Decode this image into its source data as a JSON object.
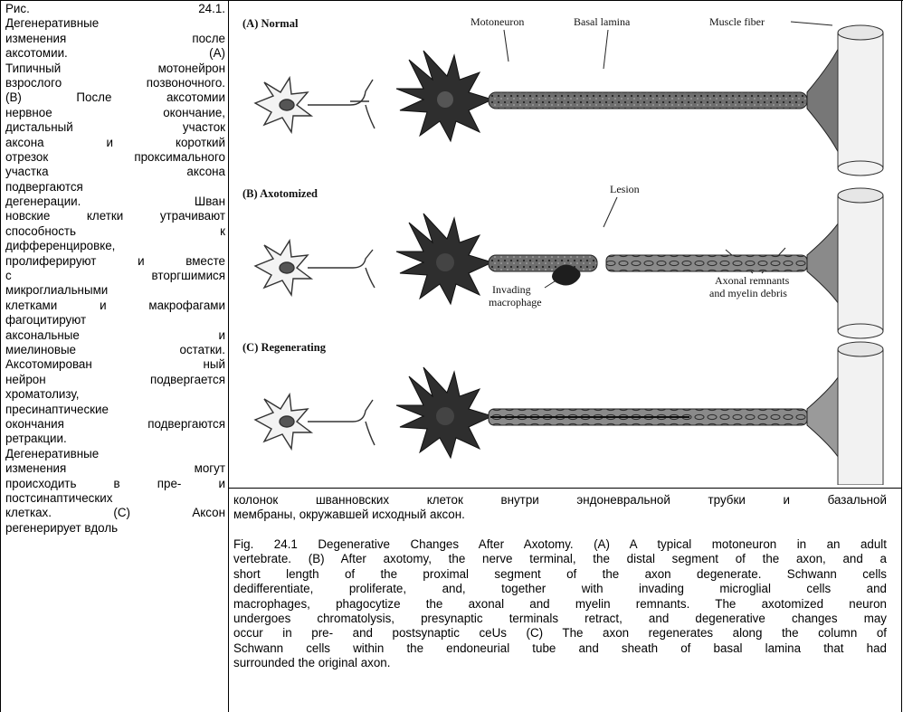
{
  "left_column": {
    "lines": [
      "Рис. 24.1.",
      "Дегенеративные",
      "изменения после",
      "аксотомии. (А)",
      "Типичный мотонейрон",
      "взрослого позвоночного.",
      "(В) После аксотомии",
      "нервное окончание,",
      "дистальный участок",
      "аксона и короткий",
      "отрезок проксимального",
      "участка аксона",
      "подвергаются",
      "дегенерации. Шван",
      "новские клетки утрачивают",
      "способность к",
      "дифференцировке,",
      "пролиферируют и вместе",
      "с вторгшимися",
      "микроглиальными",
      "клетками и макрофагами",
      "фагоцитируют",
      "аксональные и",
      "миелиновые остатки.",
      "Аксотомирован ный",
      "нейрон подвергается",
      "хроматолизу,",
      "пресинаптические",
      "окончания подвергаются",
      "ретракции.",
      "Дегенеративные",
      "изменения могут",
      "происходить в пре- и",
      "постсинаптических",
      "клетках. (С) Аксон",
      "регенерирует вдоль"
    ]
  },
  "figure": {
    "panels": [
      {
        "label": "(A) Normal"
      },
      {
        "label": "(B) Axotomized"
      },
      {
        "label": "(C) Regenerating"
      }
    ],
    "labels": {
      "motoneuron": "Motoneuron",
      "basal_lamina": "Basal lamina",
      "muscle_fiber": "Muscle fiber",
      "lesion": "Lesion",
      "axonal_remnants_1": "Axonal remnants",
      "axonal_remnants_2": "and myelin debris",
      "invading_1": "Invading",
      "invading_2": "macrophage"
    }
  },
  "russian_continuation": [
    "колонок шванновских клеток внутри эндоневральной трубки и базальной",
    "мембраны, окружавшей исходный аксон."
  ],
  "english_caption": [
    "Fig. 24.1  Degenerative Changes After Axotomy. (A) A typical motoneuron in an adult",
    "vertebrate. (B) After axotomy, the nerve terminal, the distal segment of the axon, and a",
    "short length of the proximal segment of the axon degenerate. Schwann cells",
    "dedifferentiate, proliferate, and, together with invading microglial cells and",
    "macrophages, phagocytize the axonal and myelin remnants. The axotomized neuron",
    "undergoes chromatolysis, presynaptic terminals retract, and degenerative changes may",
    "occur in pre- and postsynaptic ceUs (C) The axon regenerates along the column of",
    "Schwann cells within the endoneurial tube and sheath of basal lamina that had",
    "surrounded the original axon."
  ]
}
